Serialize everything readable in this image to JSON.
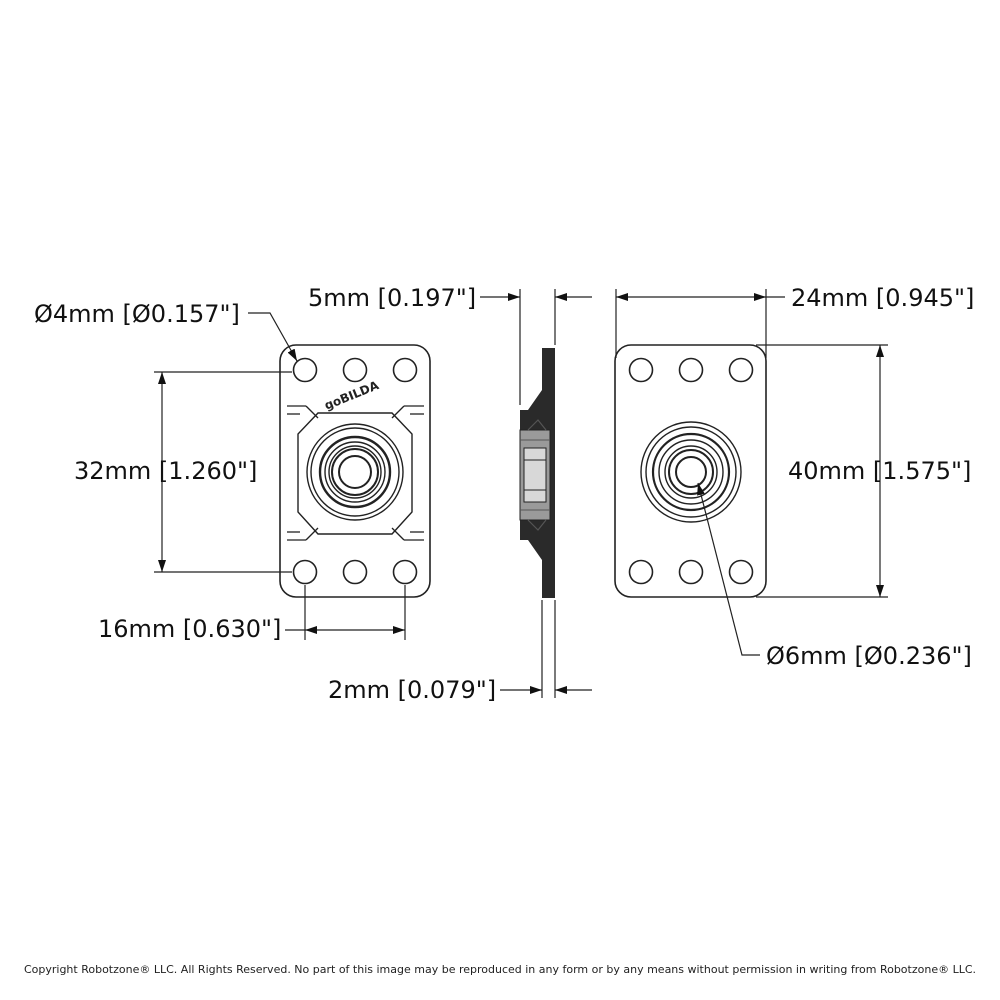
{
  "drawing": {
    "logo": "goBILDA",
    "dimensions": {
      "hole_diameter": "Ø4mm [Ø0.157\"]",
      "thickness_total": "5mm [0.197\"]",
      "width": "24mm [0.945\"]",
      "hole_spacing_vertical": "32mm [1.260\"]",
      "height": "40mm [1.575\"]",
      "hole_spacing_horizontal": "16mm [0.630\"]",
      "bore_diameter": "Ø6mm [Ø0.236\"]",
      "plate_thickness": "2mm [0.079\"]"
    },
    "copyright": "Copyright Robotzone® LLC.  All Rights Reserved. No part of this image may be reproduced in any form or by any means without permission in writing from Robotzone® LLC."
  }
}
